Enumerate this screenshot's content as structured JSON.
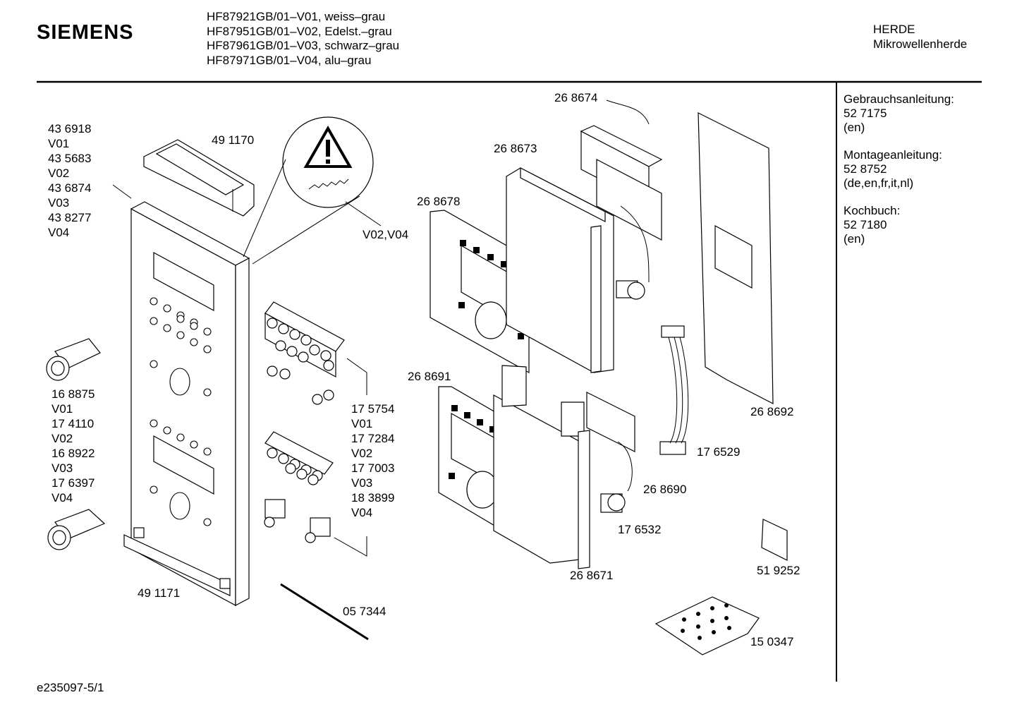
{
  "header": {
    "brand": "SIEMENS",
    "models": [
      "HF87921GB/01–V01, weiss–grau",
      "HF87951GB/01–V02, Edelst.–grau",
      "HF87961GB/01–V03, schwarz–grau",
      "HF87971GB/01–V04, alu–grau"
    ],
    "category": "HERDE",
    "subcategory": "Mikrowellenherde"
  },
  "documents": [
    {
      "title": "Gebrauchsanleitung:",
      "number": "52 7175",
      "lang": "(en)"
    },
    {
      "title": "Montageanleitung:",
      "number": "52 8752",
      "lang": "(de,en,fr,it,nl)"
    },
    {
      "title": "Kochbuch:",
      "number": "52 7180",
      "lang": "(en)"
    }
  ],
  "labels": {
    "panel_variants": [
      "43 6918",
      "V01",
      "43 5683",
      "V02",
      "43 6874",
      "V03",
      "43 8277",
      "V04"
    ],
    "p491170": "49 1170",
    "v02v04": "V02,V04",
    "knob_variants": [
      "16 8875",
      "V01",
      "17 4110",
      "V02",
      "16 8922",
      "V03",
      "17 6397",
      "V04"
    ],
    "board_variants": [
      "17 5754",
      "V01",
      "17 7284",
      "V02",
      "17 7003",
      "V03",
      "18 3899",
      "V04"
    ],
    "p491171": "49 1171",
    "p057344": "05 7344",
    "p268674": "26 8674",
    "p268673": "26 8673",
    "p268678": "26 8678",
    "p268691": "26 8691",
    "p268692": "26 8692",
    "p176529": "17 6529",
    "p268690": "26 8690",
    "p176532": "17 6532",
    "p268671": "26 8671",
    "p519252": "51 9252",
    "p150347": "15 0347"
  },
  "footer": "e235097-5/1"
}
